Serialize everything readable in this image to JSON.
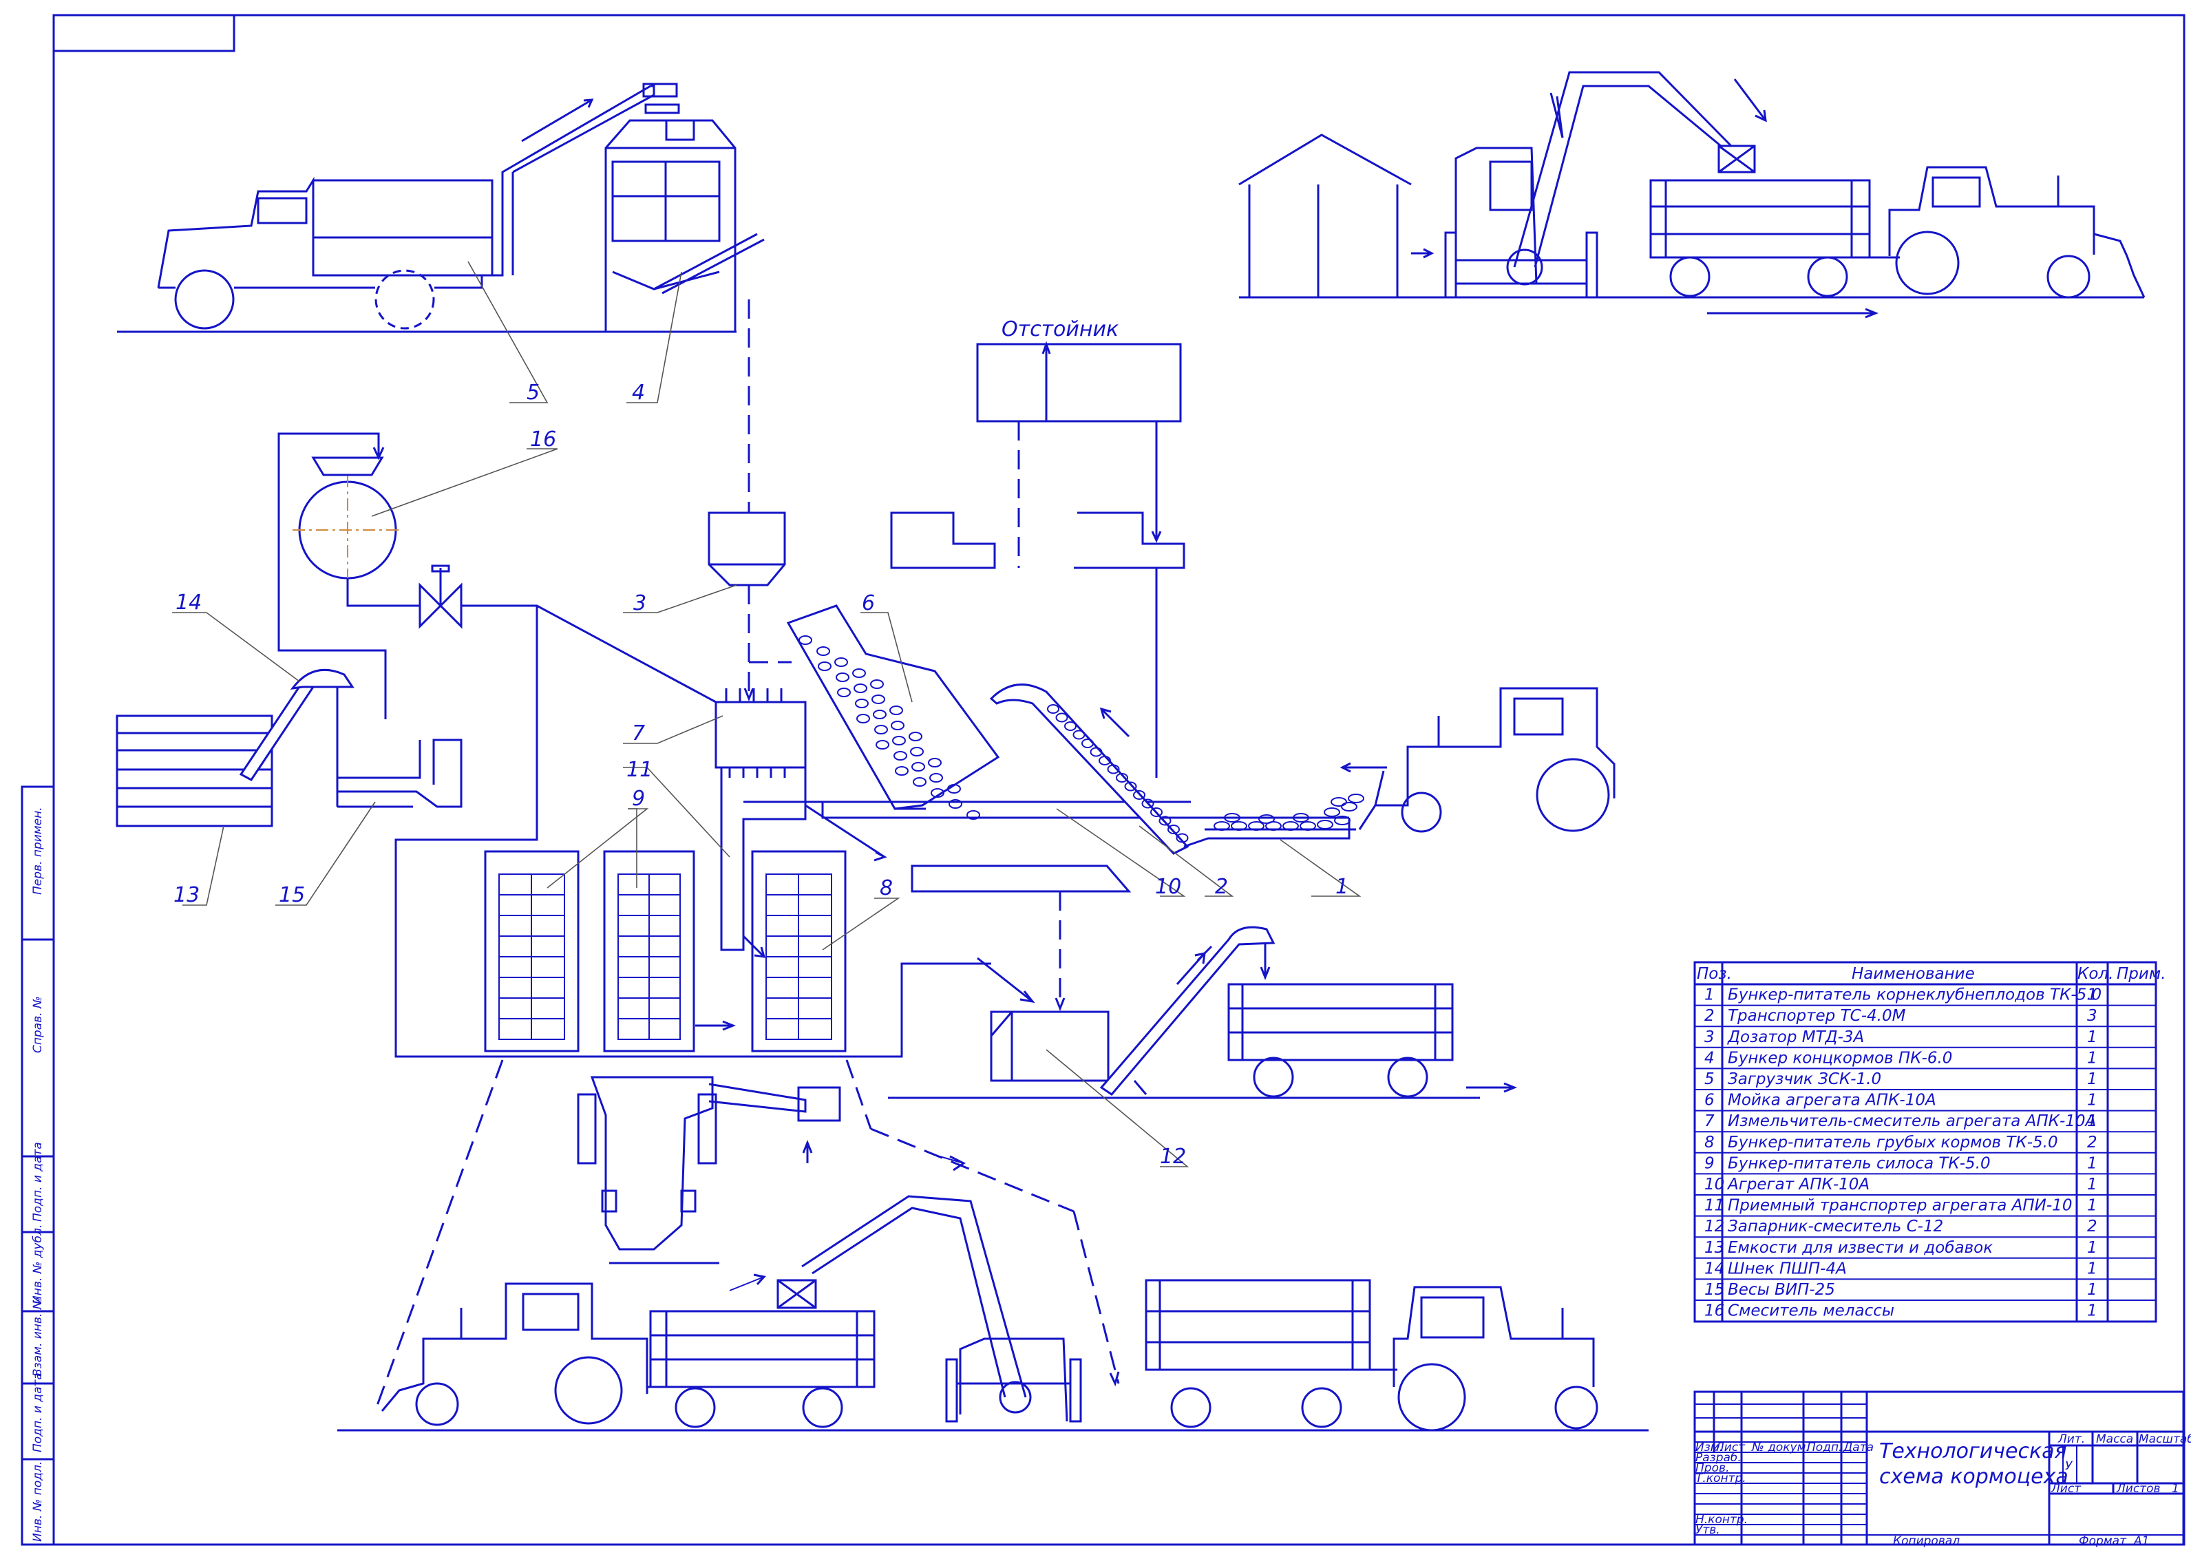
{
  "settling_tank_label": "Отстойник",
  "position_labels": [
    "1",
    "2",
    "3",
    "4",
    "5",
    "6",
    "7",
    "8",
    "9",
    "10",
    "11",
    "12",
    "13",
    "14",
    "15",
    "16"
  ],
  "spec_table": {
    "headers": {
      "pos": "Поз.",
      "name": "Наименование",
      "qty": "Кол.",
      "note": "Прим."
    },
    "rows": [
      {
        "pos": "1",
        "name": "Бункер-питатель корнеклубнеплодов ТК-5.0",
        "qty": "1"
      },
      {
        "pos": "2",
        "name": "Транспортер ТС-4.0М",
        "qty": "3"
      },
      {
        "pos": "3",
        "name": "Дозатор МТД-3А",
        "qty": "1"
      },
      {
        "pos": "4",
        "name": "Бункер концкормов ПК-6.0",
        "qty": "1"
      },
      {
        "pos": "5",
        "name": "Загрузчик ЗСК-1.0",
        "qty": "1"
      },
      {
        "pos": "6",
        "name": "Мойка агрегата АПК-10А",
        "qty": "1"
      },
      {
        "pos": "7",
        "name": "Измельчитель-смеситель агрегата АПК-10А",
        "qty": "1"
      },
      {
        "pos": "8",
        "name": "Бункер-питатель грубых кормов ТК-5.0",
        "qty": "2"
      },
      {
        "pos": "9",
        "name": "Бункер-питатель силоса ТК-5.0",
        "qty": "1"
      },
      {
        "pos": "10",
        "name": "Агрегат АПК-10А",
        "qty": "1"
      },
      {
        "pos": "11",
        "name": "Приемный транспортер агрегата АПИ-10",
        "qty": "1"
      },
      {
        "pos": "12",
        "name": "Запарник-смеситель С-12",
        "qty": "2"
      },
      {
        "pos": "13",
        "name": "Емкости для извести и добавок",
        "qty": "1"
      },
      {
        "pos": "14",
        "name": "Шнек ПШП-4А",
        "qty": "1"
      },
      {
        "pos": "15",
        "name": "Весы ВИП-25",
        "qty": "1"
      },
      {
        "pos": "16",
        "name": "Смеситель мелассы",
        "qty": "1"
      }
    ]
  },
  "title_block": {
    "title_line1": "Технологическая",
    "title_line2": "схема кормоцеха",
    "col_headers": [
      "Изм.",
      "Лист",
      "№ докум.",
      "Подп.",
      "Дата"
    ],
    "roles": [
      "Разраб.",
      "Пров.",
      "Т.контр.",
      "Н.контр.",
      "Утв."
    ],
    "lit_label": "Лит.",
    "mass_label": "Масса",
    "scale_label": "Масштаб",
    "lit_value": "У",
    "sheet_label": "Лист",
    "sheets_label": "Листов",
    "sheets_value": "1",
    "copied_label": "Копировал",
    "format_label": "Формат",
    "format_value": "А1"
  },
  "side_stamp": [
    "Перв. примен.",
    "Справ. №",
    "Подп. и дата",
    "Инв. № дубл.",
    "Взам. инв. №",
    "Подп. и дата",
    "Инв. № подл."
  ]
}
